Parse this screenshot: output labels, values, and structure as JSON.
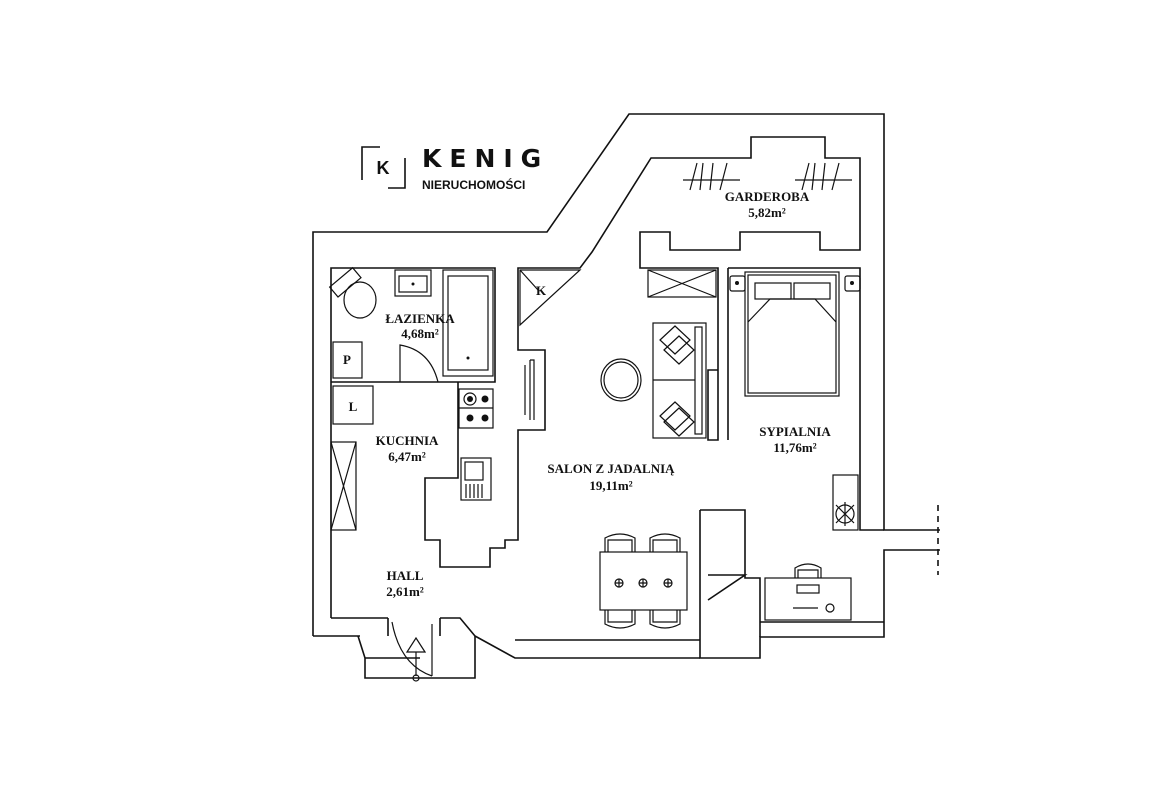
{
  "logo": {
    "letter": "K",
    "name": "KENIG",
    "subtitle": "NIERUCHOMOŚCI"
  },
  "rooms": {
    "garderoba": {
      "name": "GARDEROBA",
      "area": "5,82m²"
    },
    "lazienka": {
      "name": "ŁAZIENKA",
      "area": "4,68m²"
    },
    "kuchnia": {
      "name": "KUCHNIA",
      "area": "6,47m²"
    },
    "salon": {
      "name": "SALON Z JADALNIĄ",
      "area": "19,11m²"
    },
    "sypialnia": {
      "name": "SYPIALNIA",
      "area": "11,76m²"
    },
    "hall": {
      "name": "HALL",
      "area": "2,61m²"
    }
  },
  "fixtures": {
    "furnace": "K",
    "washer": "P",
    "fridge": "L"
  },
  "colors": {
    "line": "#111111",
    "background": "#ffffff"
  }
}
